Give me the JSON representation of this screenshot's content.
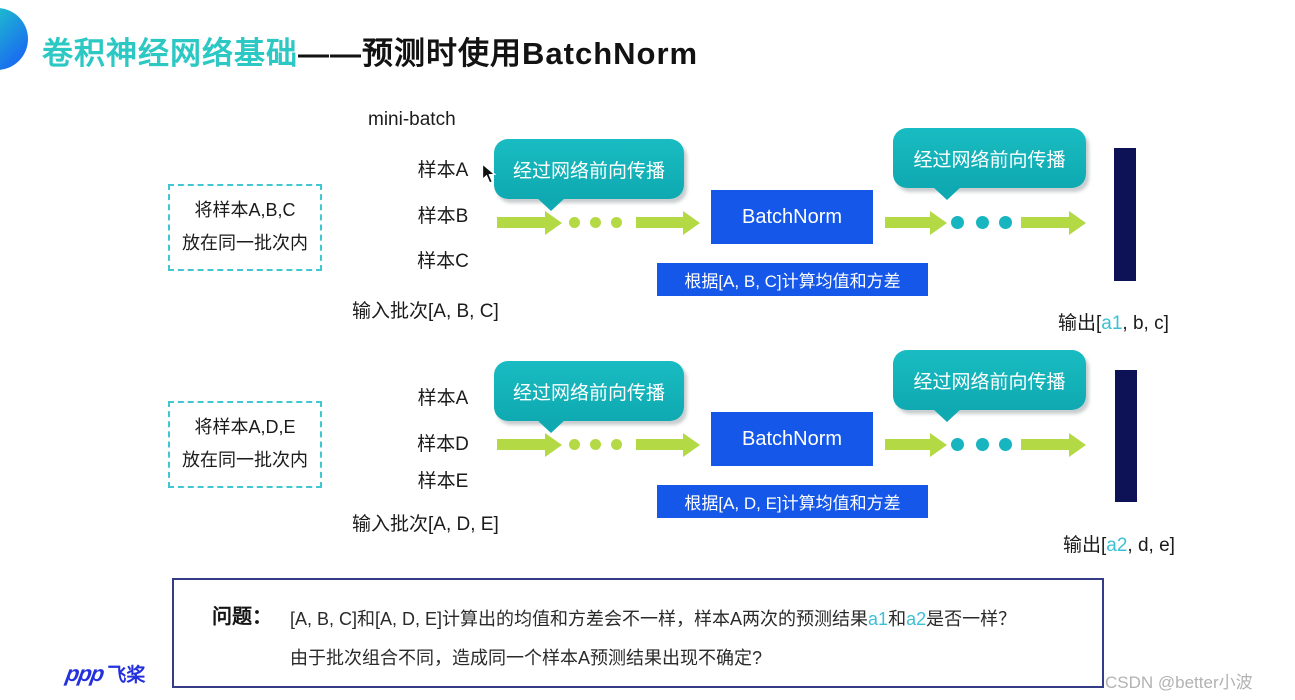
{
  "header": {
    "title_highlight": "卷积神经网络基础",
    "title_dash": "——",
    "title_rest": "预测时使用BatchNorm"
  },
  "colors": {
    "accent_teal": "#2cc8c4",
    "bubble_teal": "#12b0b8",
    "box_blue": "#1557e8",
    "arrow_green": "#b3d944",
    "dot_teal": "#17b5c0",
    "bar_navy": "#0d1257",
    "highlight_cyan": "#3cc0d6",
    "question_border_navy": "#333c85",
    "logo_blue": "#2430dd"
  },
  "rows": [
    {
      "mini_batch_label": "mini-batch",
      "samples": [
        "样本A",
        "样本B",
        "样本C"
      ],
      "note_line1": "将样本A,B,C",
      "note_line2": "放在同一批次内",
      "input_label": "输入批次[A, B, C]",
      "bubble_left": "经过网络前向传播",
      "bubble_right": "经过网络前向传播",
      "batchnorm_label": "BatchNorm",
      "stat_label": "根据[A, B, C]计算均值和方差",
      "output_prefix": "输出[",
      "output_highlight": "a1",
      "output_suffix": ", b, c]"
    },
    {
      "samples": [
        "样本A",
        "样本D",
        "样本E"
      ],
      "note_line1": "将样本A,D,E",
      "note_line2": "放在同一批次内",
      "input_label": "输入批次[A, D, E]",
      "bubble_left": "经过网络前向传播",
      "bubble_right": "经过网络前向传播",
      "batchnorm_label": "BatchNorm",
      "stat_label": "根据[A, D, E]计算均值和方差",
      "output_prefix": "输出[",
      "output_highlight": "a2",
      "output_suffix": ", d, e]"
    }
  ],
  "question": {
    "label": "问题：",
    "line1_pre": "[A, B, C]和[A, D, E]计算出的均值和方差会不一样，样本A两次的预测结果",
    "line1_hl1": "a1",
    "line1_mid": "和",
    "line1_hl2": "a2",
    "line1_post": "是否一样？",
    "line2": "由于批次组合不同，造成同一个样本A预测结果出现不确定?"
  },
  "footer": {
    "logo_mark": "ppp",
    "logo_text": "飞桨",
    "watermark": "CSDN @better小波"
  }
}
